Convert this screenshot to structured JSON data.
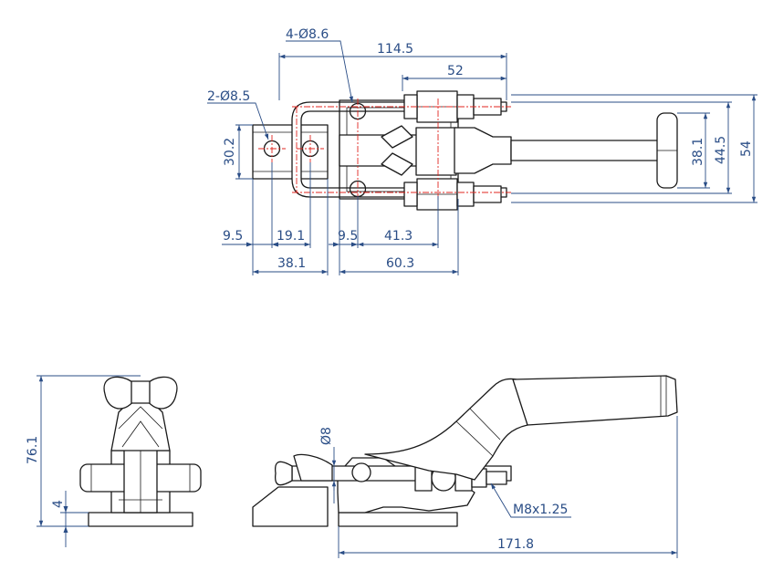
{
  "colors": {
    "outline": "#1a1a1a",
    "dimension": "#2a4d86",
    "centerline": "#e0261f",
    "background": "#ffffff"
  },
  "top_view": {
    "holes_base": "2-Ø8.5",
    "holes_frame": "4-Ø8.6",
    "overall_length": "114.5",
    "rod_offset": "52",
    "base_height": "30.2",
    "inner_width": "38.1",
    "mid_width": "44.5",
    "outer_width": "54",
    "edge_offset_left": "9.5",
    "base_hole_pitch": "19.1",
    "edge_offset_right": "9.5",
    "hole_span": "41.3",
    "base_length": "38.1",
    "frame_length": "60.3"
  },
  "side_view": {
    "total_height": "76.1",
    "plate_thickness": "4",
    "rod_diameter": "Ø8",
    "thread": "M8x1.25",
    "total_length": "171.8"
  }
}
